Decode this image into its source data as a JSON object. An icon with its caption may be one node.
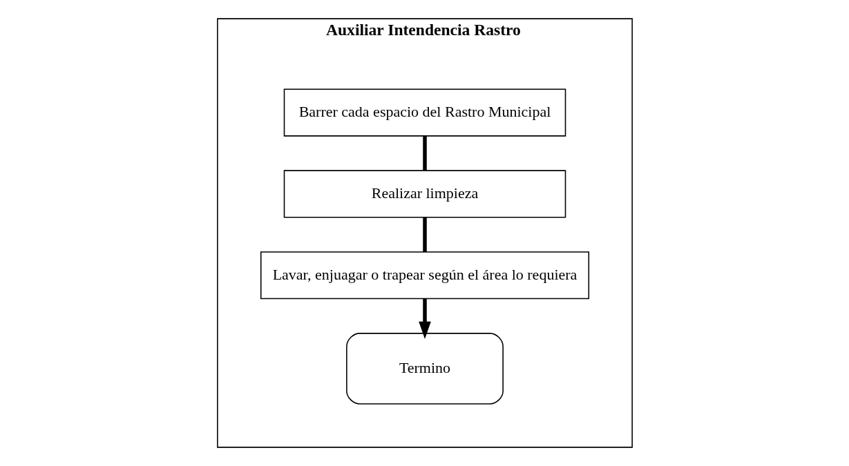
{
  "diagram": {
    "nodes": [
      {
        "text": [
          "Auxiliar Intendencia Rastro"
        ]
      },
      {
        "text": [
          "Barrer cada espacio del Rastro Municipal"
        ],
        "in": 0
      },
      {
        "text": [
          "Realizar limpieza"
        ],
        "in": 0
      },
      {
        "text": [
          "Lavar, enjuagar o trapear según el área lo requiera"
        ],
        "in": 0
      },
      {
        "text": [
          "Termino"
        ],
        "in": 0
      }
    ],
    "edges": [
      {
        "from": 1,
        "to": 2,
        "arrow": "none"
      },
      {
        "from": 2,
        "to": 3,
        "arrow": "none"
      },
      {
        "from": 3,
        "to": 4,
        "arrow": "to"
      }
    ]
  }
}
